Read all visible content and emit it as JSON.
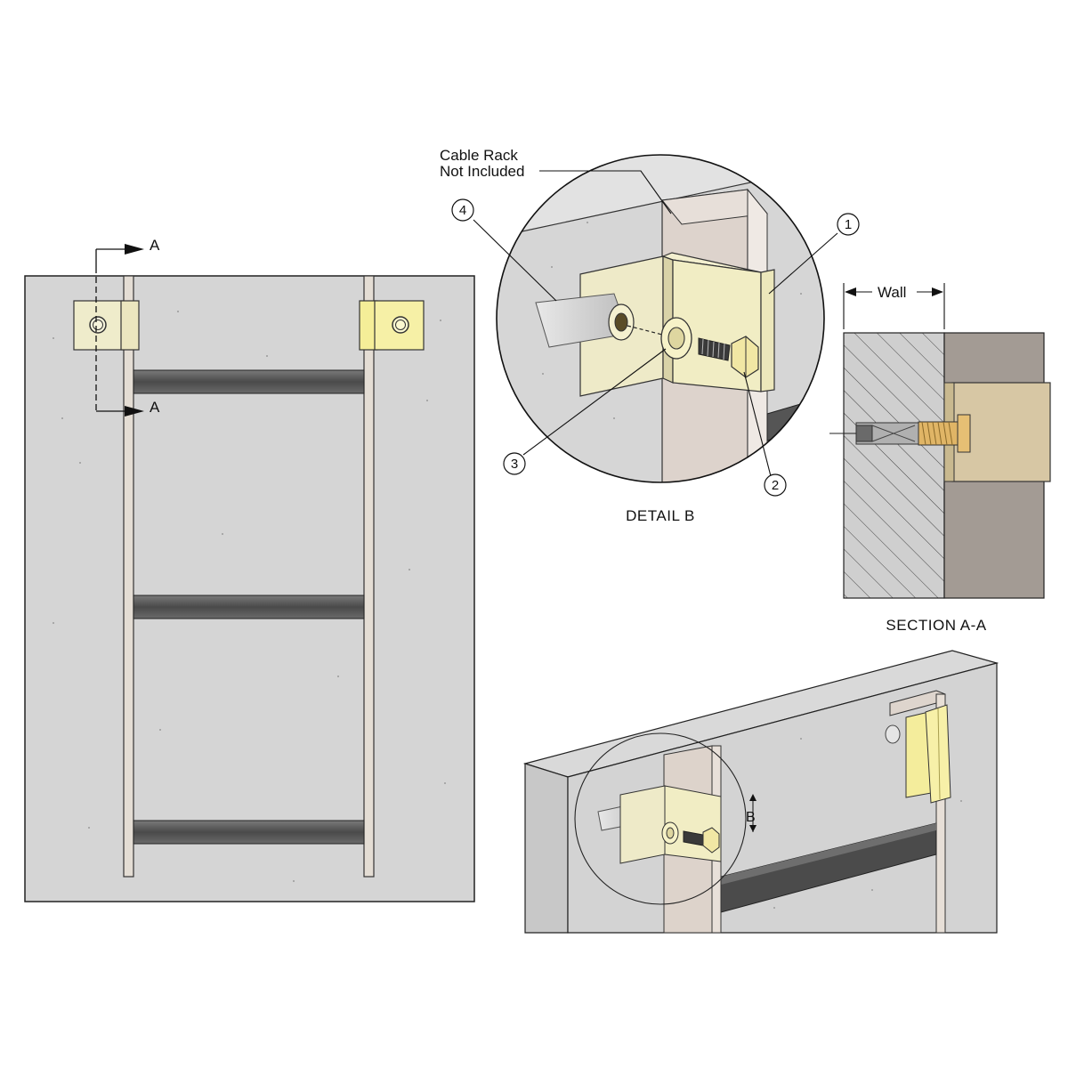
{
  "front_view": {
    "section_marker_top": "A",
    "section_marker_bottom": "A"
  },
  "detail_b": {
    "callout_note": "Cable Rack\nNot Included",
    "callout_line1": "Cable Rack",
    "callout_line2": "Not Included",
    "item_numbers": [
      "1",
      "2",
      "3",
      "4"
    ],
    "title": "DETAIL B"
  },
  "section_a_a": {
    "dimension_label": "Wall",
    "title": "SECTION A-A"
  },
  "iso_view": {
    "detail_marker": "B"
  },
  "colors": {
    "wall": "#d4d4d4",
    "rail": "#e6dfd6",
    "rung": "#545454",
    "bracket": "#f0edb6",
    "bracket_yellow": "#f4efa0",
    "anchor": "#d6b98a",
    "line": "#111111"
  }
}
